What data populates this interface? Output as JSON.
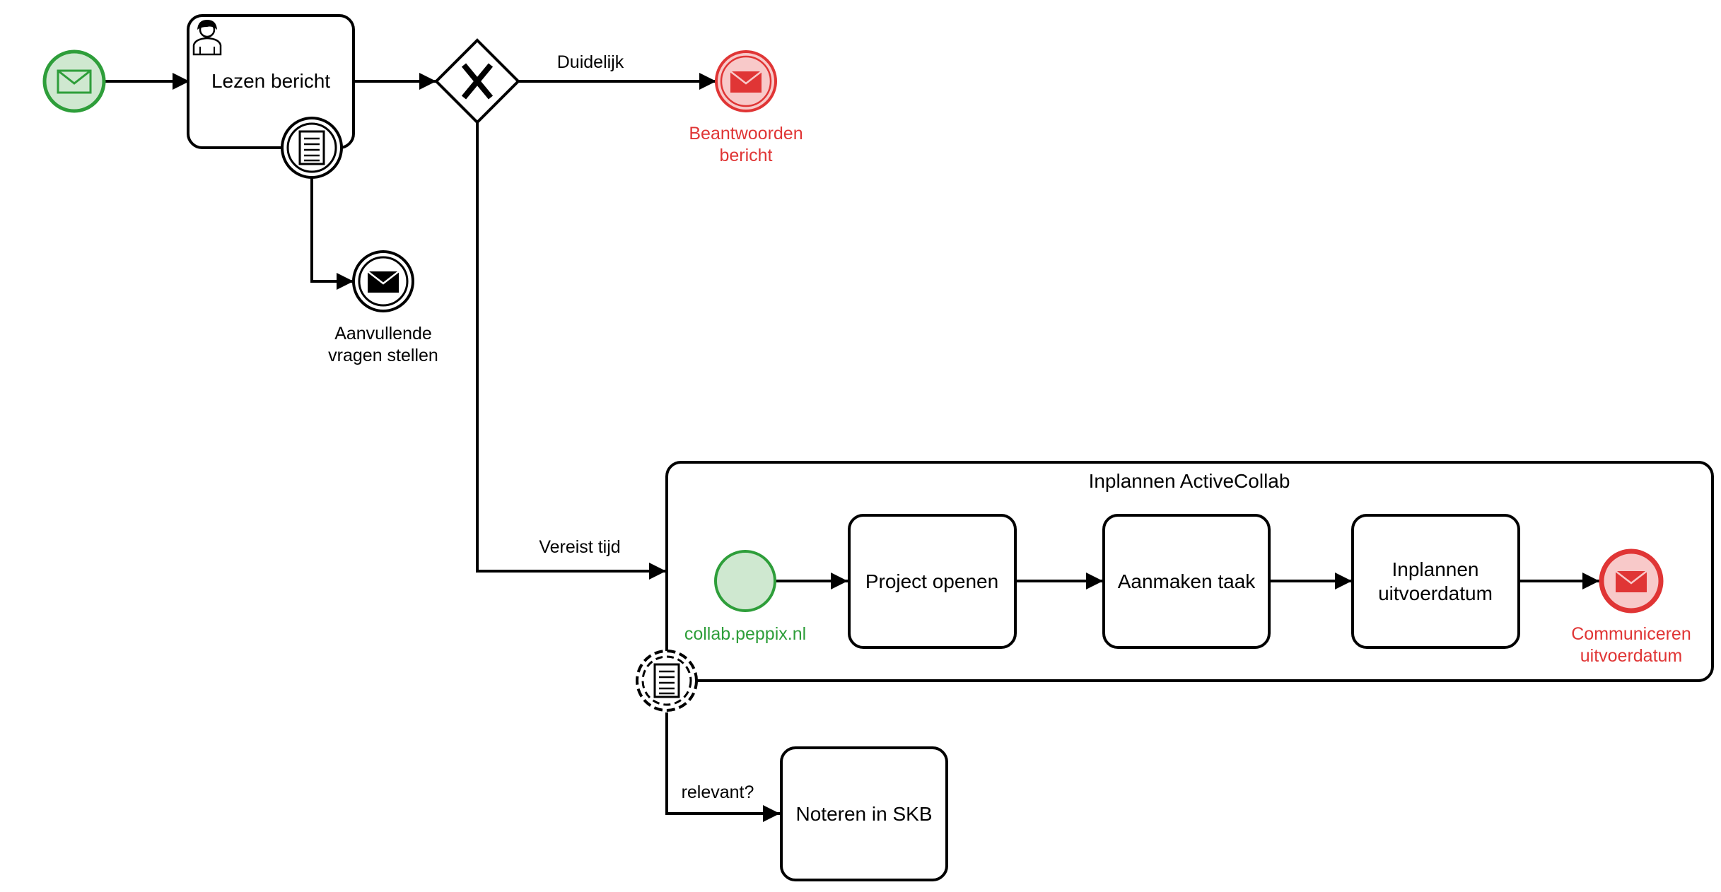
{
  "colors": {
    "start": "#2e9e3a",
    "start_fill": "#cfe8d0",
    "end": "#e03535",
    "end_fill": "#f8c9c9",
    "stroke": "#000000",
    "background": "#ffffff"
  },
  "icons": {
    "start_message": "envelope-icon",
    "user_task": "user-icon",
    "boundary": "document-icon",
    "gateway": "exclusive-gateway-x-icon"
  },
  "diagram": {
    "tasks": {
      "lezen": "Lezen bericht",
      "project": "Project openen",
      "aanmaken": "Aanmaken taak",
      "inplannen_line1": "Inplannen",
      "inplannen_line2": "uitvoerdatum",
      "noteren": "Noteren in SKB"
    },
    "flows": {
      "duidelijk": "Duidelijk",
      "vereist_tijd": "Vereist tijd",
      "relevant": "relevant?"
    },
    "events": {
      "beantwoorden_line1": "Beantwoorden",
      "beantwoorden_line2": "bericht",
      "aanvullende_line1": "Aanvullende",
      "aanvullende_line2": "vragen stellen",
      "collab_start": "collab.peppix.nl",
      "communiceren_line1": "Communiceren",
      "communiceren_line2": "uitvoerdatum"
    },
    "subprocess": {
      "title": "Inplannen ActiveCollab"
    }
  }
}
